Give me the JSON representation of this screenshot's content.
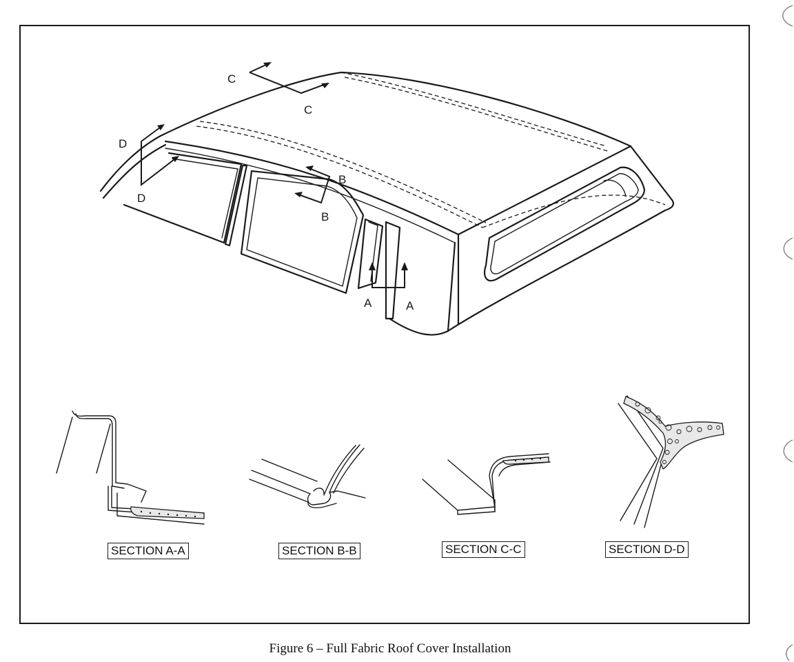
{
  "diagram": {
    "arrow_labels": {
      "a_left": "A",
      "a_right": "A",
      "b_top": "B",
      "b_bottom": "B",
      "c_top": "C",
      "c_bottom": "C",
      "d_top": "D",
      "d_bottom": "D"
    },
    "sections": [
      {
        "id": "a",
        "label": "SECTION A-A"
      },
      {
        "id": "b",
        "label": "SECTION B-B"
      },
      {
        "id": "c",
        "label": "SECTION C-C"
      },
      {
        "id": "d",
        "label": "SECTION D-D"
      }
    ],
    "caption": "Figure 6 – Full Fabric Roof Cover Installation"
  }
}
